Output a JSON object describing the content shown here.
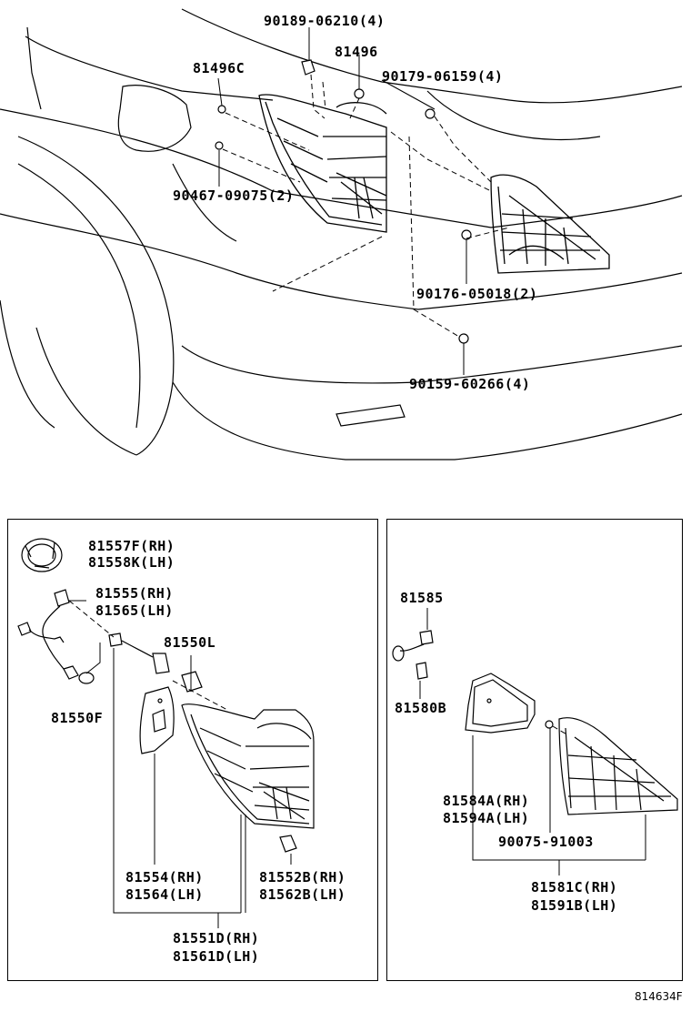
{
  "top_callouts": {
    "c90189": "90189-06210(4)",
    "c81496": "81496",
    "c81496c": "81496C",
    "c90179": "90179-06159(4)",
    "c90467": "90467-09075(2)",
    "c90176": "90176-05018(2)",
    "c90159": "90159-60266(4)"
  },
  "left_panel": {
    "l81557": [
      "81557F(RH)",
      "81558K(LH)"
    ],
    "l81555": [
      "81555(RH)",
      "81565(LH)"
    ],
    "l81550l": "81550L",
    "l81550f": "81550F",
    "l81554": [
      "81554(RH)",
      "81564(LH)"
    ],
    "l81552": [
      "81552B(RH)",
      "81562B(LH)"
    ],
    "l81551": [
      "81551D(RH)",
      "81561D(LH)"
    ]
  },
  "right_panel": {
    "r81585": "81585",
    "r81580": "81580B",
    "r81584": [
      "81584A(RH)",
      "81594A(LH)"
    ],
    "r90075": "90075-91003",
    "r81581": [
      "81581C(RH)",
      "81591B(LH)"
    ]
  },
  "figure_code": "814634F"
}
